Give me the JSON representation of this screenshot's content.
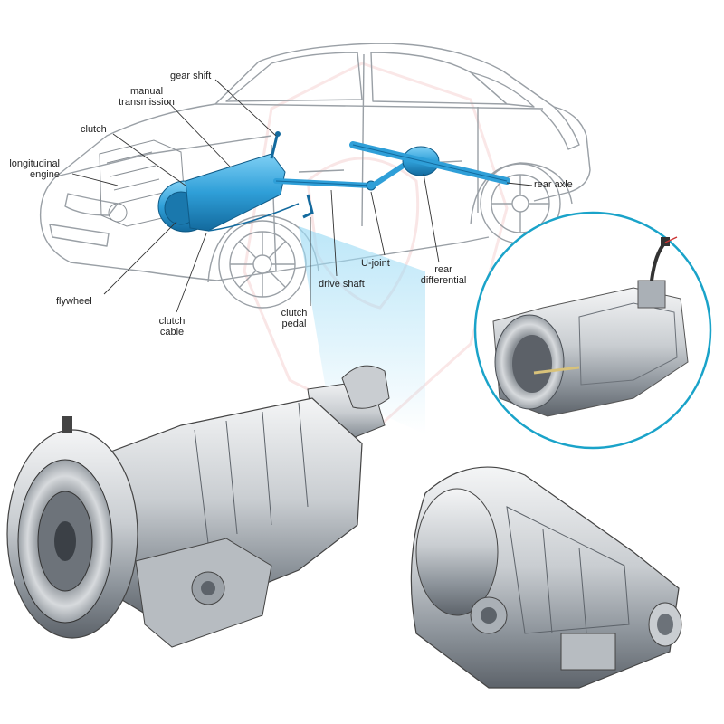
{
  "labels": {
    "gear_shift": "gear shift",
    "manual_transmission_1": "manual",
    "manual_transmission_2": "transmission",
    "clutch": "clutch",
    "longitudinal_engine_1": "longitudinal",
    "longitudinal_engine_2": "engine",
    "flywheel": "flywheel",
    "clutch_cable_1": "clutch",
    "clutch_cable_2": "cable",
    "clutch_pedal_1": "clutch",
    "clutch_pedal_2": "pedal",
    "drive_shaft": "drive shaft",
    "u_joint": "U-joint",
    "rear_differential_1": "rear",
    "rear_differential_2": "differential",
    "rear_axle": "rear axle"
  },
  "colors": {
    "drivetrain_highlight": "#2f9fd8",
    "inset_ring": "#1aa3c9",
    "car_line": "#9aa0a6",
    "metal_light": "#e6e8ea",
    "metal_dark": "#6c7279"
  }
}
